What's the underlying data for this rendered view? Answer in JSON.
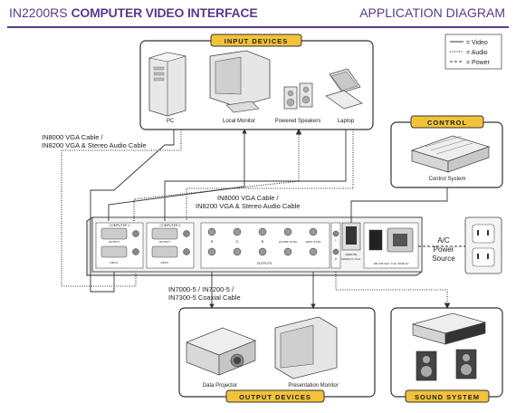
{
  "header": {
    "model": "IN2200RS",
    "name": "COMPUTER VIDEO INTERFACE",
    "right": "APPLICATION DIAGRAM"
  },
  "legend": {
    "video": "= Video",
    "audio": "= Audio",
    "power": "= Power"
  },
  "input_devices": {
    "title": "INPUT DEVICES",
    "items": [
      "PC",
      "Local Monitor",
      "Powered Speakers",
      "Laptop"
    ]
  },
  "control": {
    "title": "CONTROL",
    "item": "Control System"
  },
  "output_devices": {
    "title": "OUTPUT DEVICES",
    "items": [
      "Data Projector",
      "Presentation Monitor"
    ]
  },
  "sound_system": {
    "title": "SOUND SYSTEM"
  },
  "cables": {
    "left_line1": "IN8000 VGA Cable /",
    "left_line2": "IN8200 VGA & Stereo Audio Cable",
    "center_line1": "IN8000 VGA Cable /",
    "center_line2": "IN8200 VGA & Stereo Audio Cable",
    "coax_line1": "IN7000-5 / IN7200-5 /",
    "coax_line2": "IN7300-5 Coaxial Cable"
  },
  "power": {
    "line1": "A/C",
    "line2": "Power",
    "line3": "Source"
  },
  "panel": {
    "computer1": "COMPUTER 1",
    "computer2": "COMPUTER 2",
    "outputs": "OUTPUTS",
    "input": "INPUT",
    "output": "OUTPUT",
    "audio": "AUDIO",
    "remote": "REMOTE",
    "made_in": "MADE IN U.S.A.",
    "r": "R",
    "g": "G",
    "b": "B",
    "hcomp_sync": "HCOMP SYNC",
    "vert_sync": "VERT SYNC",
    "l": "L",
    "r_audio": "R",
    "power_rating": "100-240 VAC, 0.2A, 50/60 Hz"
  }
}
